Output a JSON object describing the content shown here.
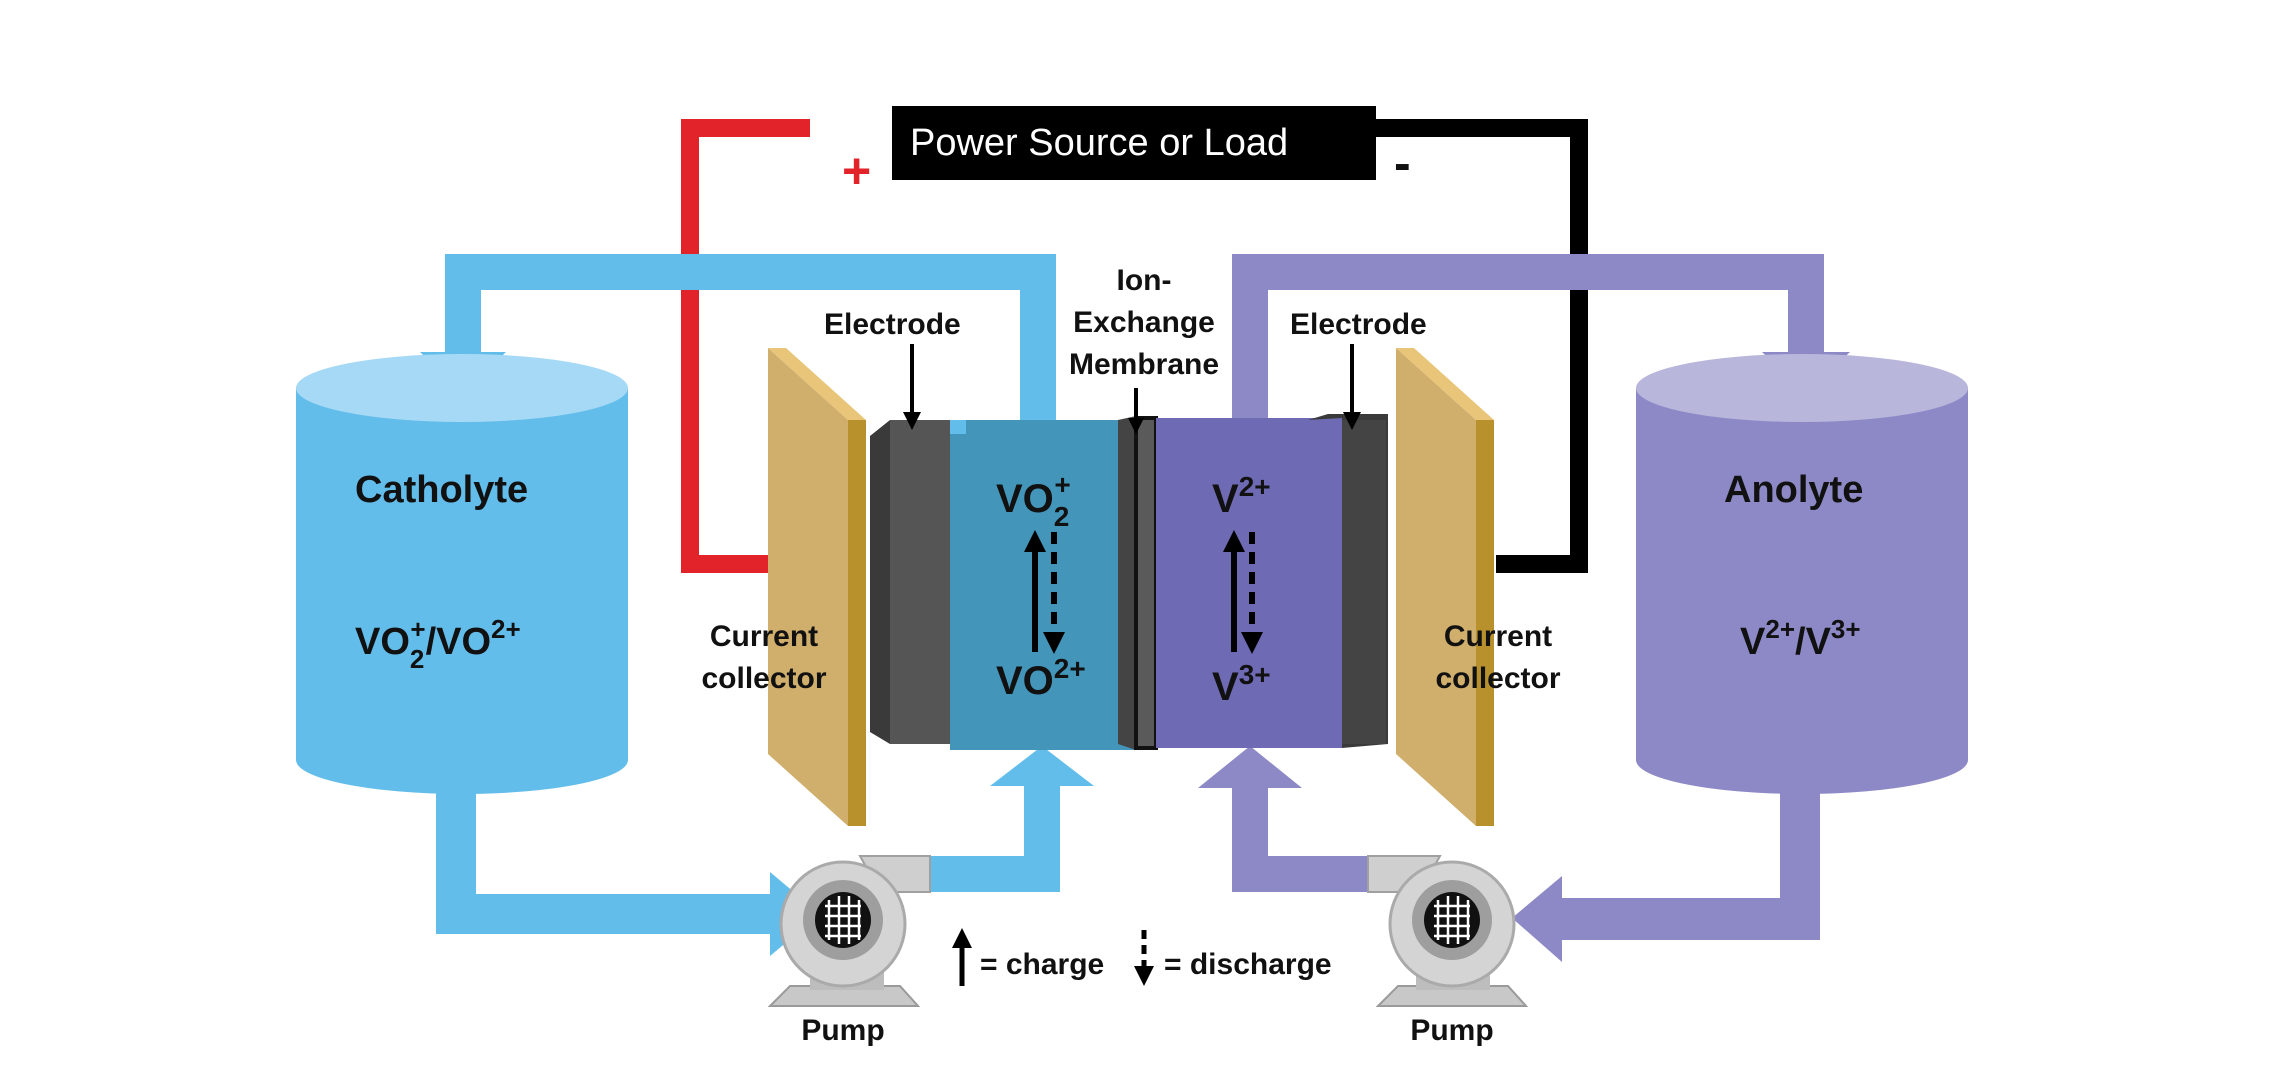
{
  "power": {
    "label": "Power Source or Load",
    "plus": "+",
    "minus": "-"
  },
  "membrane": {
    "line1": "Ion-",
    "line2": "Exchange",
    "line3": "Membrane"
  },
  "electrode_left": "Electrode",
  "electrode_right": "Electrode",
  "collector_left": {
    "line1": "Current",
    "line2": "collector"
  },
  "collector_right": {
    "line1": "Current",
    "line2": "collector"
  },
  "catholyte": {
    "title": "Catholyte",
    "couple_a": "VO",
    "couple_a_sub": "2",
    "couple_a_sup": "+",
    "couple_slash": "/VO",
    "couple_b_sup": "2+"
  },
  "anolyte": {
    "title": "Anolyte",
    "couple_a": "V",
    "couple_a_sup": "2+",
    "couple_slash": "/V",
    "couple_b_sup": "3+"
  },
  "cell_left": {
    "top": "VO",
    "top_sub": "2",
    "top_sup": "+",
    "bottom": "VO",
    "bottom_sup": "2+"
  },
  "cell_right": {
    "top": "V",
    "top_sup": "2+",
    "bottom": "V",
    "bottom_sup": "3+"
  },
  "pump_left": "Pump",
  "pump_right": "Pump",
  "legend": {
    "charge": "= charge",
    "discharge": "= discharge"
  },
  "colors": {
    "catholyte": "#62bdea",
    "anolyte": "#8c89c6",
    "positive_wire": "#e3232a",
    "negative_wire": "#000000",
    "collector": "#d0ae6c",
    "electrode": "#4a4a4a"
  }
}
